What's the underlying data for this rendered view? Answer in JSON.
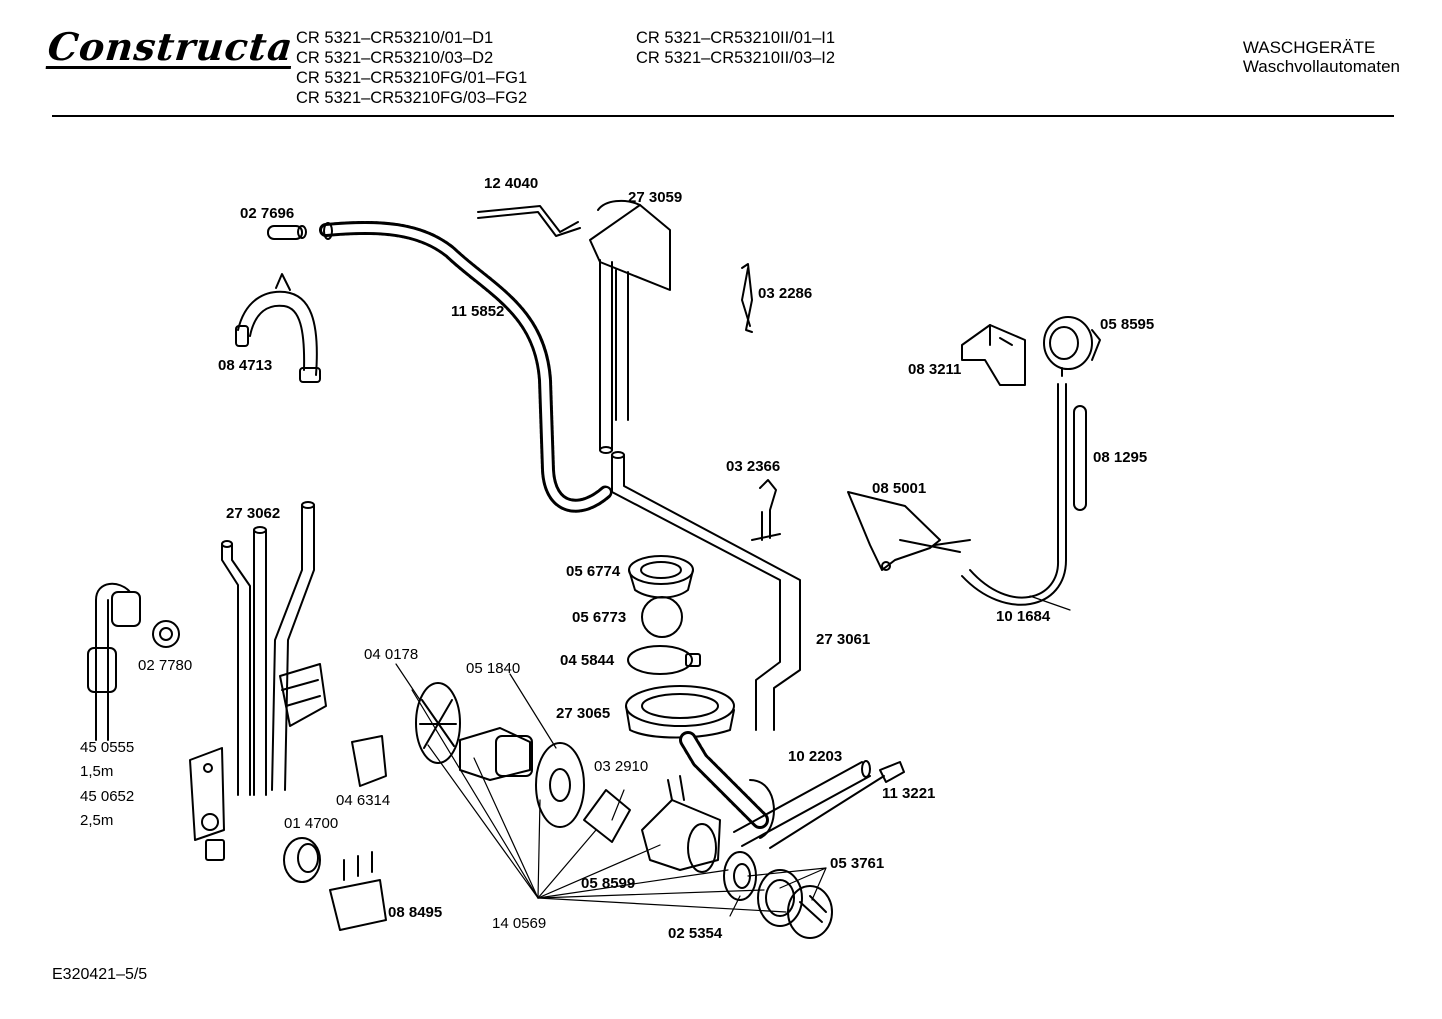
{
  "header": {
    "brand": "Constructa",
    "models_col1": [
      "CR 5321–CR53210/01–D1",
      "CR 5321–CR53210/03–D2",
      "CR 5321–CR53210FG/01–FG1",
      "CR 5321–CR53210FG/03–FG2"
    ],
    "models_col2": [
      "CR 5321–CR53210II/01–I1",
      "CR 5321–CR53210II/03–I2"
    ],
    "category_line1": "WASCHGERÄTE",
    "category_line2": "Waschvollautomaten"
  },
  "parts": {
    "p124040": "12 4040",
    "p273059": "27 3059",
    "p027696": "02 7696",
    "p032286": "03 2286",
    "p115852": "11 5852",
    "p058595": "05 8595",
    "p084713": "08 4713",
    "p083211": "08 3211",
    "p081295": "08 1295",
    "p032366": "03 2366",
    "p085001": "08 5001",
    "p273062": "27 3062",
    "p056774": "05 6774",
    "p101684": "10 1684",
    "p056773": "05 6773",
    "p027780": "02 7780",
    "p273061": "27 3061",
    "p040178": "04 0178",
    "p045844": "04 5844",
    "p051840": "05 1840",
    "p273065": "27 3065",
    "p450555": "45 0555",
    "len1": "1,5m",
    "p450652": "45 0652",
    "len2": "2,5m",
    "p102203": "10 2203",
    "p032910": "03 2910",
    "p046314": "04 6314",
    "p113221": "11 3221",
    "p014700": "01 4700",
    "p053761": "05 3761",
    "p058599": "05 8599",
    "p088495": "08 8495",
    "p140569": "14 0569",
    "p025354": "02 5354"
  },
  "footer": {
    "code": "E320421–5/5"
  }
}
